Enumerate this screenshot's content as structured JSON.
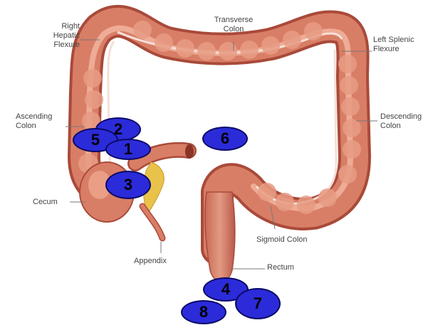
{
  "labels": {
    "right_hepatic_flexure": "Right\nHepatic\nFlexure",
    "transverse_colon": "Transverse\nColon",
    "left_splenic_flexure": "Left Splenic\nFlexure",
    "ascending_colon": "Ascending\nColon",
    "descending_colon": "Descending\nColon",
    "cecum": "Cecum",
    "sigmoid_colon": "Sigmoid Colon",
    "appendix": "Appendix",
    "rectum": "Rectum"
  },
  "markers": [
    "1",
    "2",
    "3",
    "4",
    "5",
    "6",
    "7",
    "8"
  ],
  "colors": {
    "colon_fill": "#d97e66",
    "colon_dark": "#a94a3a",
    "colon_light": "#f2b8a2",
    "fat": "#e8c24a",
    "marker_fill": "#2b2bd9",
    "marker_border": "#0a0a66",
    "label_text": "#444444"
  }
}
